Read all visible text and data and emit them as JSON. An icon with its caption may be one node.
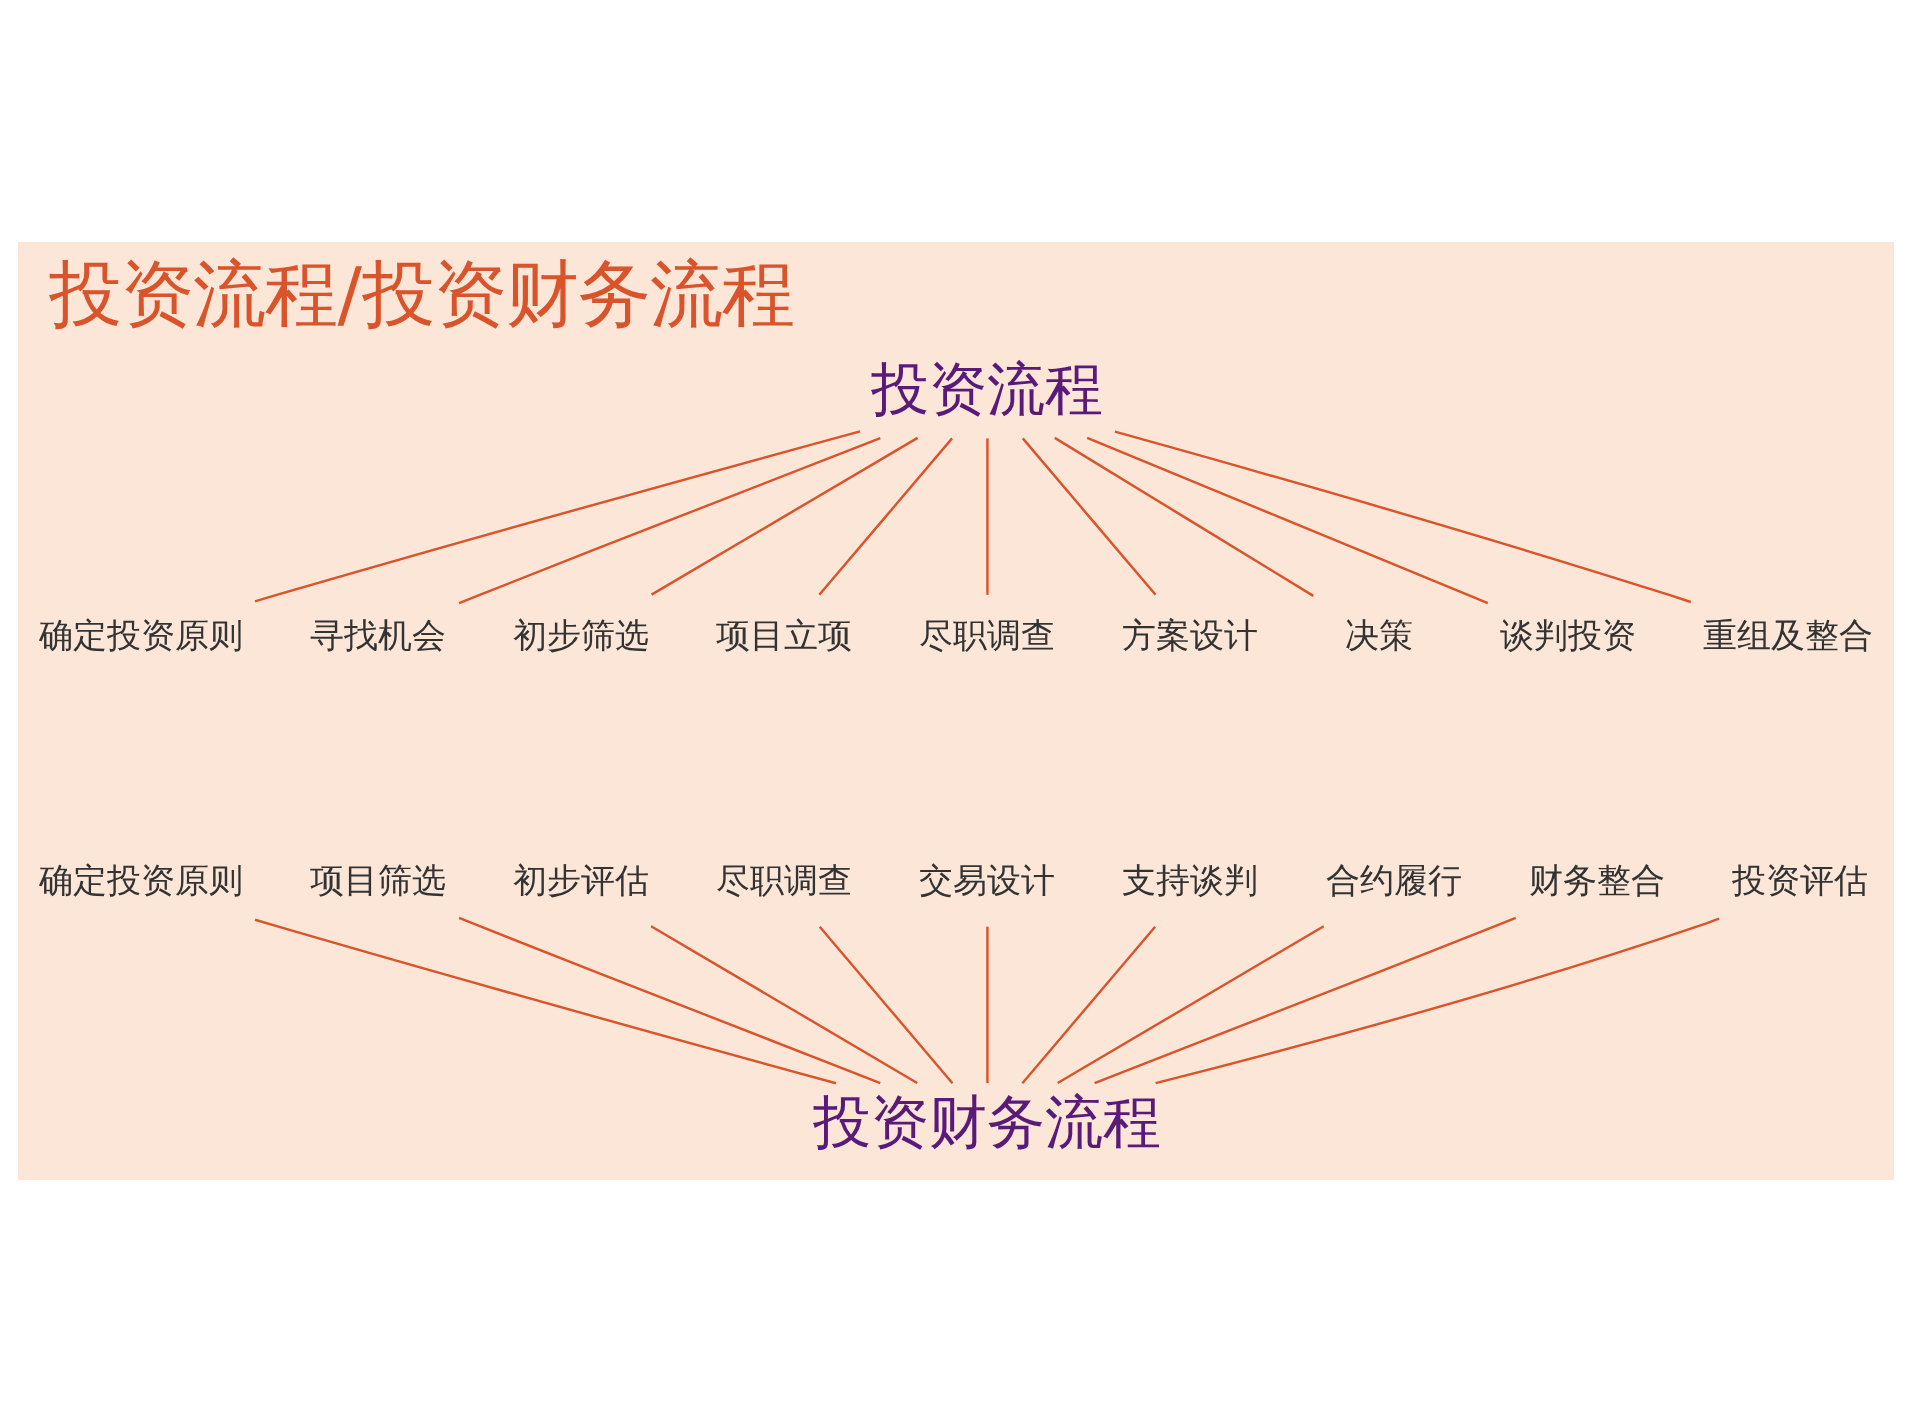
{
  "diagram": {
    "title": "投资流程/投资财务流程",
    "nodes": [
      {
        "text": [
          "投资流程"
        ]
      },
      {
        "text": [
          "确定投资原则"
        ]
      },
      {
        "text": [
          "寻找机会"
        ]
      },
      {
        "text": [
          "初步筛选"
        ]
      },
      {
        "text": [
          "项目立项"
        ]
      },
      {
        "text": [
          "尽职调查"
        ]
      },
      {
        "text": [
          "方案设计"
        ]
      },
      {
        "text": [
          "决策"
        ]
      },
      {
        "text": [
          "谈判投资"
        ]
      },
      {
        "text": [
          "重组及整合"
        ]
      },
      {
        "text": [
          "确定投资原则"
        ]
      },
      {
        "text": [
          "项目筛选"
        ]
      },
      {
        "text": [
          "初步评估"
        ]
      },
      {
        "text": [
          "尽职调查"
        ]
      },
      {
        "text": [
          "交易设计"
        ]
      },
      {
        "text": [
          "支持谈判"
        ]
      },
      {
        "text": [
          "合约履行"
        ]
      },
      {
        "text": [
          "财务整合"
        ]
      },
      {
        "text": [
          "投资评估"
        ]
      },
      {
        "text": [
          "投资财务流程"
        ]
      }
    ],
    "edges": [
      {
        "from": 0,
        "to": 1,
        "arrow": "none"
      },
      {
        "from": 0,
        "to": 2,
        "arrow": "none"
      },
      {
        "from": 0,
        "to": 3,
        "arrow": "none"
      },
      {
        "from": 0,
        "to": 4,
        "arrow": "none"
      },
      {
        "from": 0,
        "to": 5,
        "arrow": "none"
      },
      {
        "from": 0,
        "to": 6,
        "arrow": "none"
      },
      {
        "from": 0,
        "to": 7,
        "arrow": "none"
      },
      {
        "from": 0,
        "to": 8,
        "arrow": "none"
      },
      {
        "from": 0,
        "to": 9,
        "arrow": "none"
      },
      {
        "from": 10,
        "to": 19,
        "arrow": "none"
      },
      {
        "from": 11,
        "to": 19,
        "arrow": "none"
      },
      {
        "from": 12,
        "to": 19,
        "arrow": "none"
      },
      {
        "from": 13,
        "to": 19,
        "arrow": "none"
      },
      {
        "from": 14,
        "to": 19,
        "arrow": "none"
      },
      {
        "from": 15,
        "to": 19,
        "arrow": "none"
      },
      {
        "from": 16,
        "to": 19,
        "arrow": "none"
      },
      {
        "from": 17,
        "to": 19,
        "arrow": "none"
      },
      {
        "from": 18,
        "to": 19,
        "arrow": "none"
      }
    ]
  }
}
